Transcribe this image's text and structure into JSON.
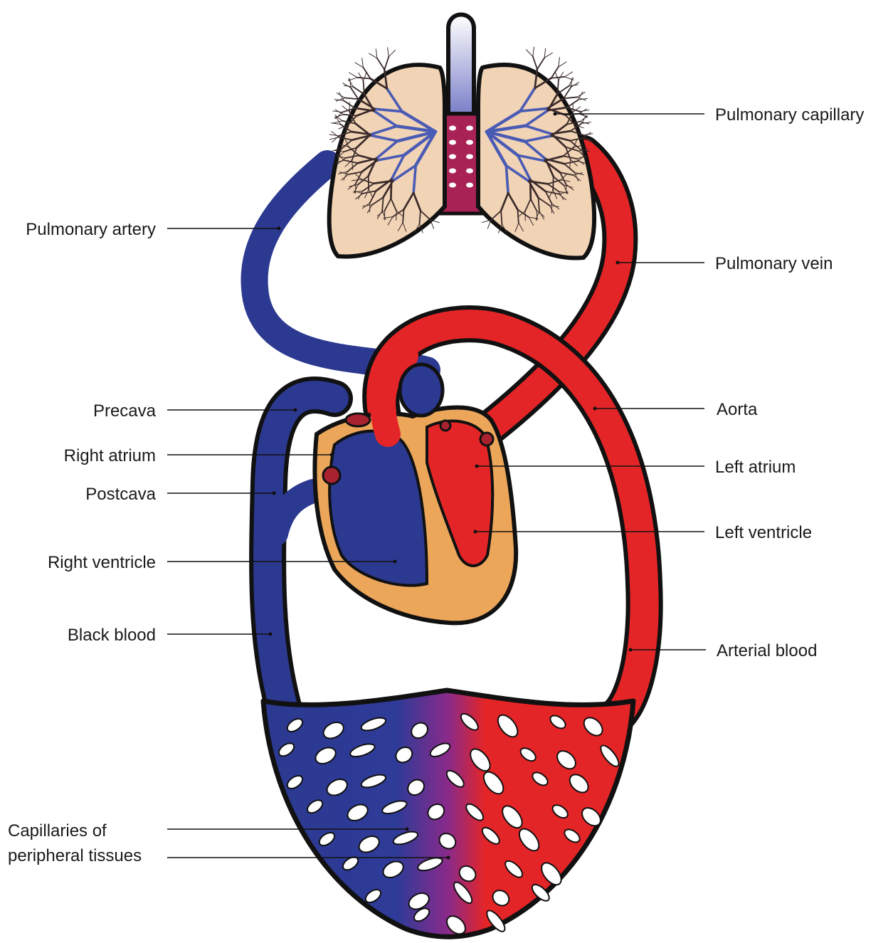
{
  "colors": {
    "venous": "#2b3990",
    "arterial": "#e42527",
    "heart_wall": "#eba65a",
    "lung": "#f1d3b5",
    "trachea_band": "#a82255",
    "outline": "#111111"
  },
  "labels": {
    "pulmonary_capillary": "Pulmonary capillary",
    "pulmonary_artery": "Pulmonary artery",
    "pulmonary_vein": "Pulmonary vein",
    "precava": "Precava",
    "aorta": "Aorta",
    "right_atrium": "Right atrium",
    "left_atrium": "Left atrium",
    "postcava": "Postcava",
    "left_ventricle": "Left ventricle",
    "right_ventricle": "Right ventricle",
    "black_blood": "Black blood",
    "arterial_blood": "Arterial blood",
    "capillaries_line1": "Capillaries of",
    "capillaries_line2": "peripheral tissues"
  }
}
